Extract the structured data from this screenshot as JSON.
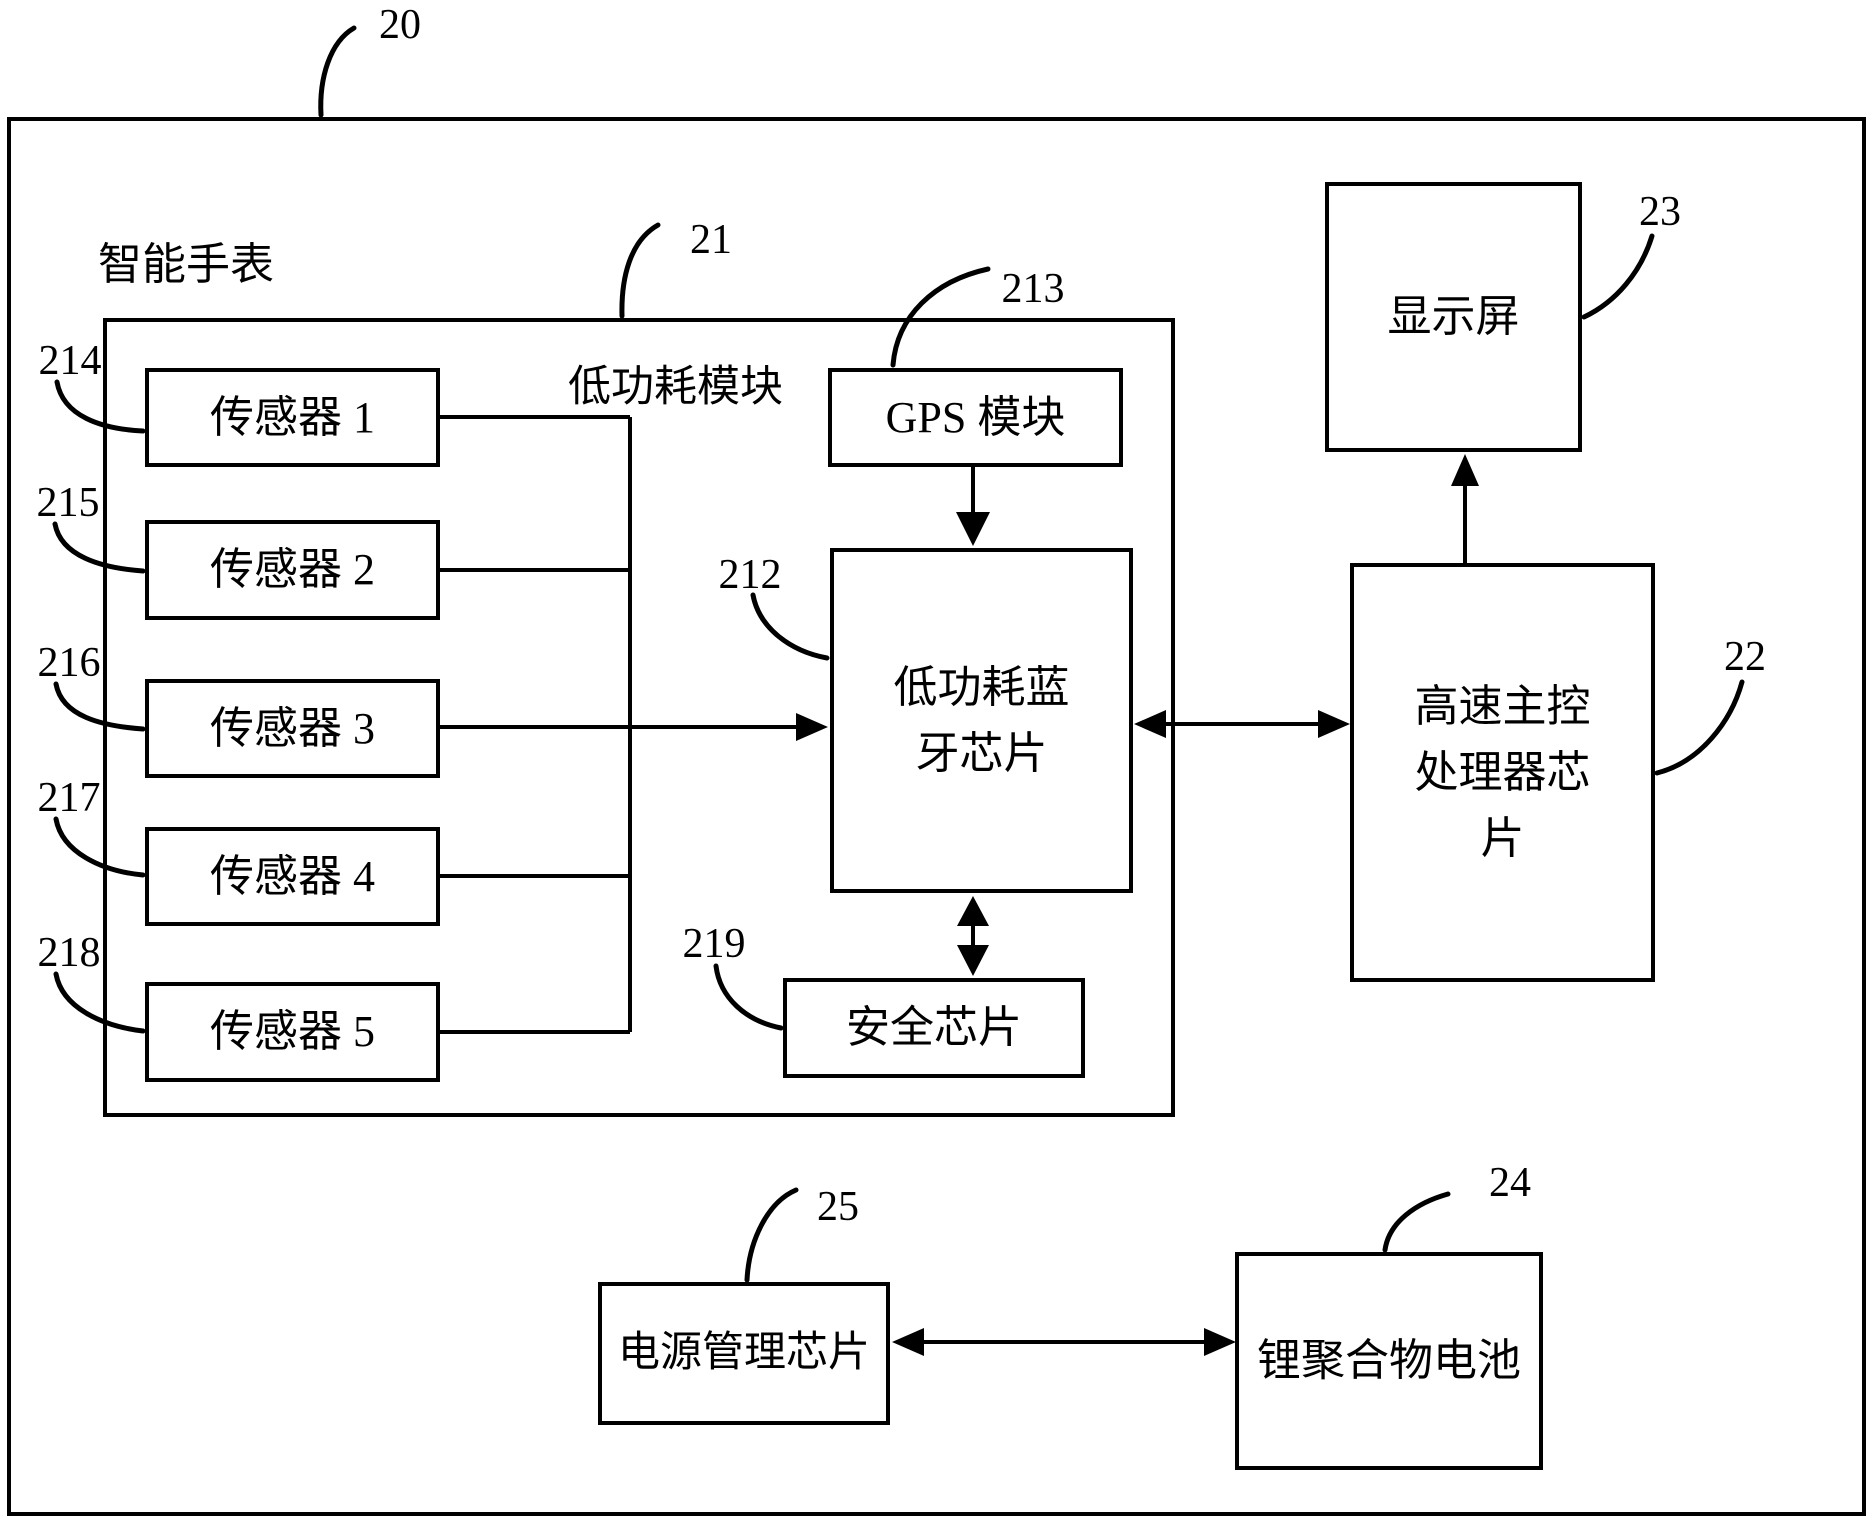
{
  "diagram": {
    "outer": {
      "ref": "20",
      "title": "智能手表"
    },
    "inner": {
      "ref": "21",
      "title": "低功耗模块"
    },
    "blocks": {
      "sensor1": {
        "label": "传感器 1",
        "ref": "214"
      },
      "sensor2": {
        "label": "传感器 2",
        "ref": "215"
      },
      "sensor3": {
        "label": "传感器 3",
        "ref": "216"
      },
      "sensor4": {
        "label": "传感器 4",
        "ref": "217"
      },
      "sensor5": {
        "label": "传感器 5",
        "ref": "218"
      },
      "gps": {
        "label": "GPS 模块",
        "ref": "213"
      },
      "bluetooth": {
        "line1": "低功耗蓝",
        "line2": "牙芯片",
        "ref": "212"
      },
      "security": {
        "label": "安全芯片",
        "ref": "219"
      },
      "processor": {
        "line1": "高速主控",
        "line2": "处理器芯",
        "line3": "片",
        "ref": "22"
      },
      "display": {
        "label": "显示屏",
        "ref": "23"
      },
      "power": {
        "label": "电源管理芯片",
        "ref": "25"
      },
      "battery": {
        "label": "锂聚合物电池",
        "ref": "24"
      }
    },
    "colors": {
      "line": "#000000",
      "background": "#ffffff"
    }
  }
}
